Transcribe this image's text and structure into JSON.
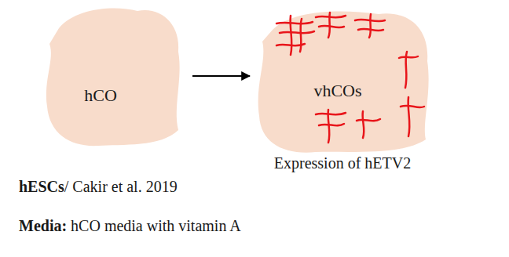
{
  "diagram": {
    "nodes": [
      {
        "text": [
          "hCO"
        ]
      },
      {
        "text": [
          "vhCOs",
          "Expression of hETV2"
        ]
      }
    ],
    "edges": [
      {
        "from": 0,
        "to": 1,
        "arrow": "to"
      }
    ],
    "labels": [
      "hESCs",
      "/ Cakir et al. 2019",
      "Media:",
      "hCO media with vitamin A"
    ]
  }
}
